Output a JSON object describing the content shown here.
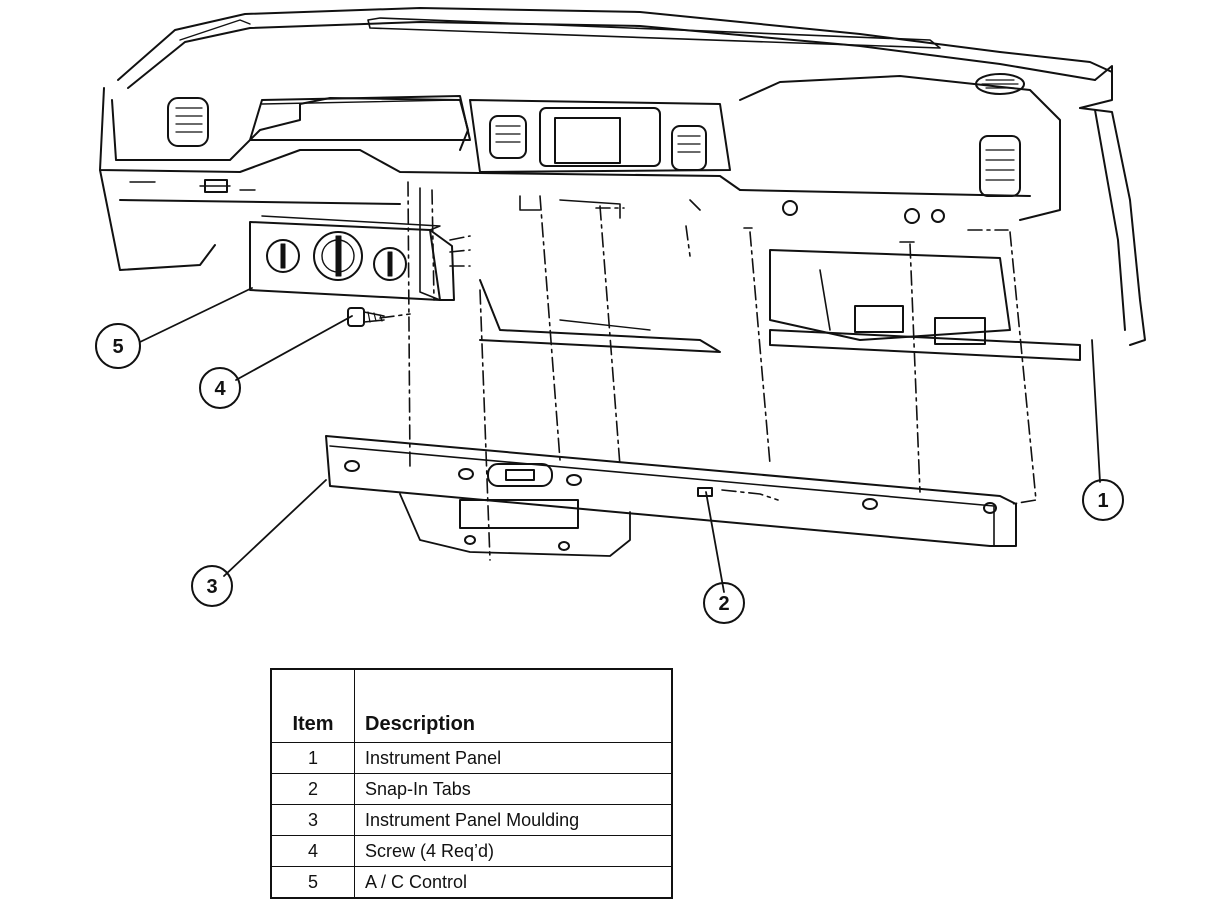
{
  "callouts": [
    "1",
    "2",
    "3",
    "4",
    "5"
  ],
  "legend": {
    "header_item": "Item",
    "header_description": "Description",
    "rows": [
      {
        "item": "1",
        "description": "Instrument Panel"
      },
      {
        "item": "2",
        "description": "Snap-In Tabs"
      },
      {
        "item": "3",
        "description": "Instrument Panel Moulding"
      },
      {
        "item": "4",
        "description": "Screw (4 Req’d)"
      },
      {
        "item": "5",
        "description": "A / C Control"
      }
    ]
  }
}
